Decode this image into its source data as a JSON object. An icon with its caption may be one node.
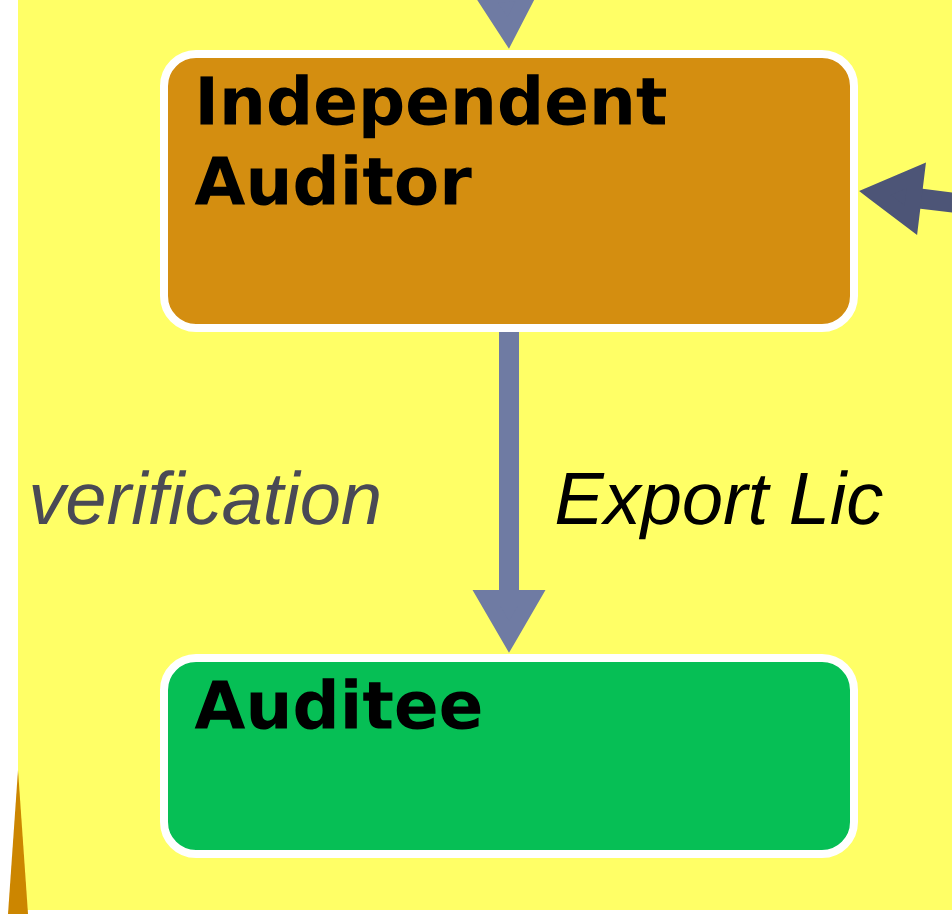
{
  "diagram": {
    "nodes": [
      {
        "text": [
          "Independent Auditor"
        ]
      },
      {
        "text": [
          "Auditee"
        ]
      }
    ],
    "edges": [
      {
        "from": null,
        "to": 0,
        "arrow": "to"
      },
      {
        "from": null,
        "to": 0,
        "arrow": "to",
        "color": "#4d5577"
      },
      {
        "from": 0,
        "to": 1,
        "arrow": "to"
      }
    ],
    "labels": [
      "verification",
      "Export Lic"
    ]
  }
}
